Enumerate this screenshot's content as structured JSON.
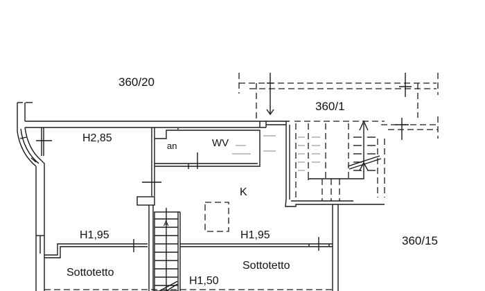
{
  "diagram": {
    "type": "floor-plan",
    "parcels": [
      {
        "id": "p1",
        "label": "360/20"
      },
      {
        "id": "p2",
        "label": "360/1"
      },
      {
        "id": "p3",
        "label": "360/15"
      }
    ],
    "rooms": [
      {
        "id": "r1",
        "label": "H2,85"
      },
      {
        "id": "r2",
        "label": "K"
      },
      {
        "id": "r3",
        "label": "H1,95"
      },
      {
        "id": "r4",
        "label": "H1,95"
      },
      {
        "id": "r5",
        "label": "Sottotetto"
      },
      {
        "id": "r6",
        "label": "Sottotetto"
      },
      {
        "id": "r7",
        "label": "H1,50"
      }
    ],
    "fixtures": [
      {
        "id": "f1",
        "label": "an"
      },
      {
        "id": "f2",
        "label": "WV"
      },
      {
        "id": "f3",
        "label": "A"
      }
    ],
    "colors": {
      "line": "#1a1a1a",
      "background": "#ffffff",
      "faint": "#9a9a9a"
    }
  }
}
